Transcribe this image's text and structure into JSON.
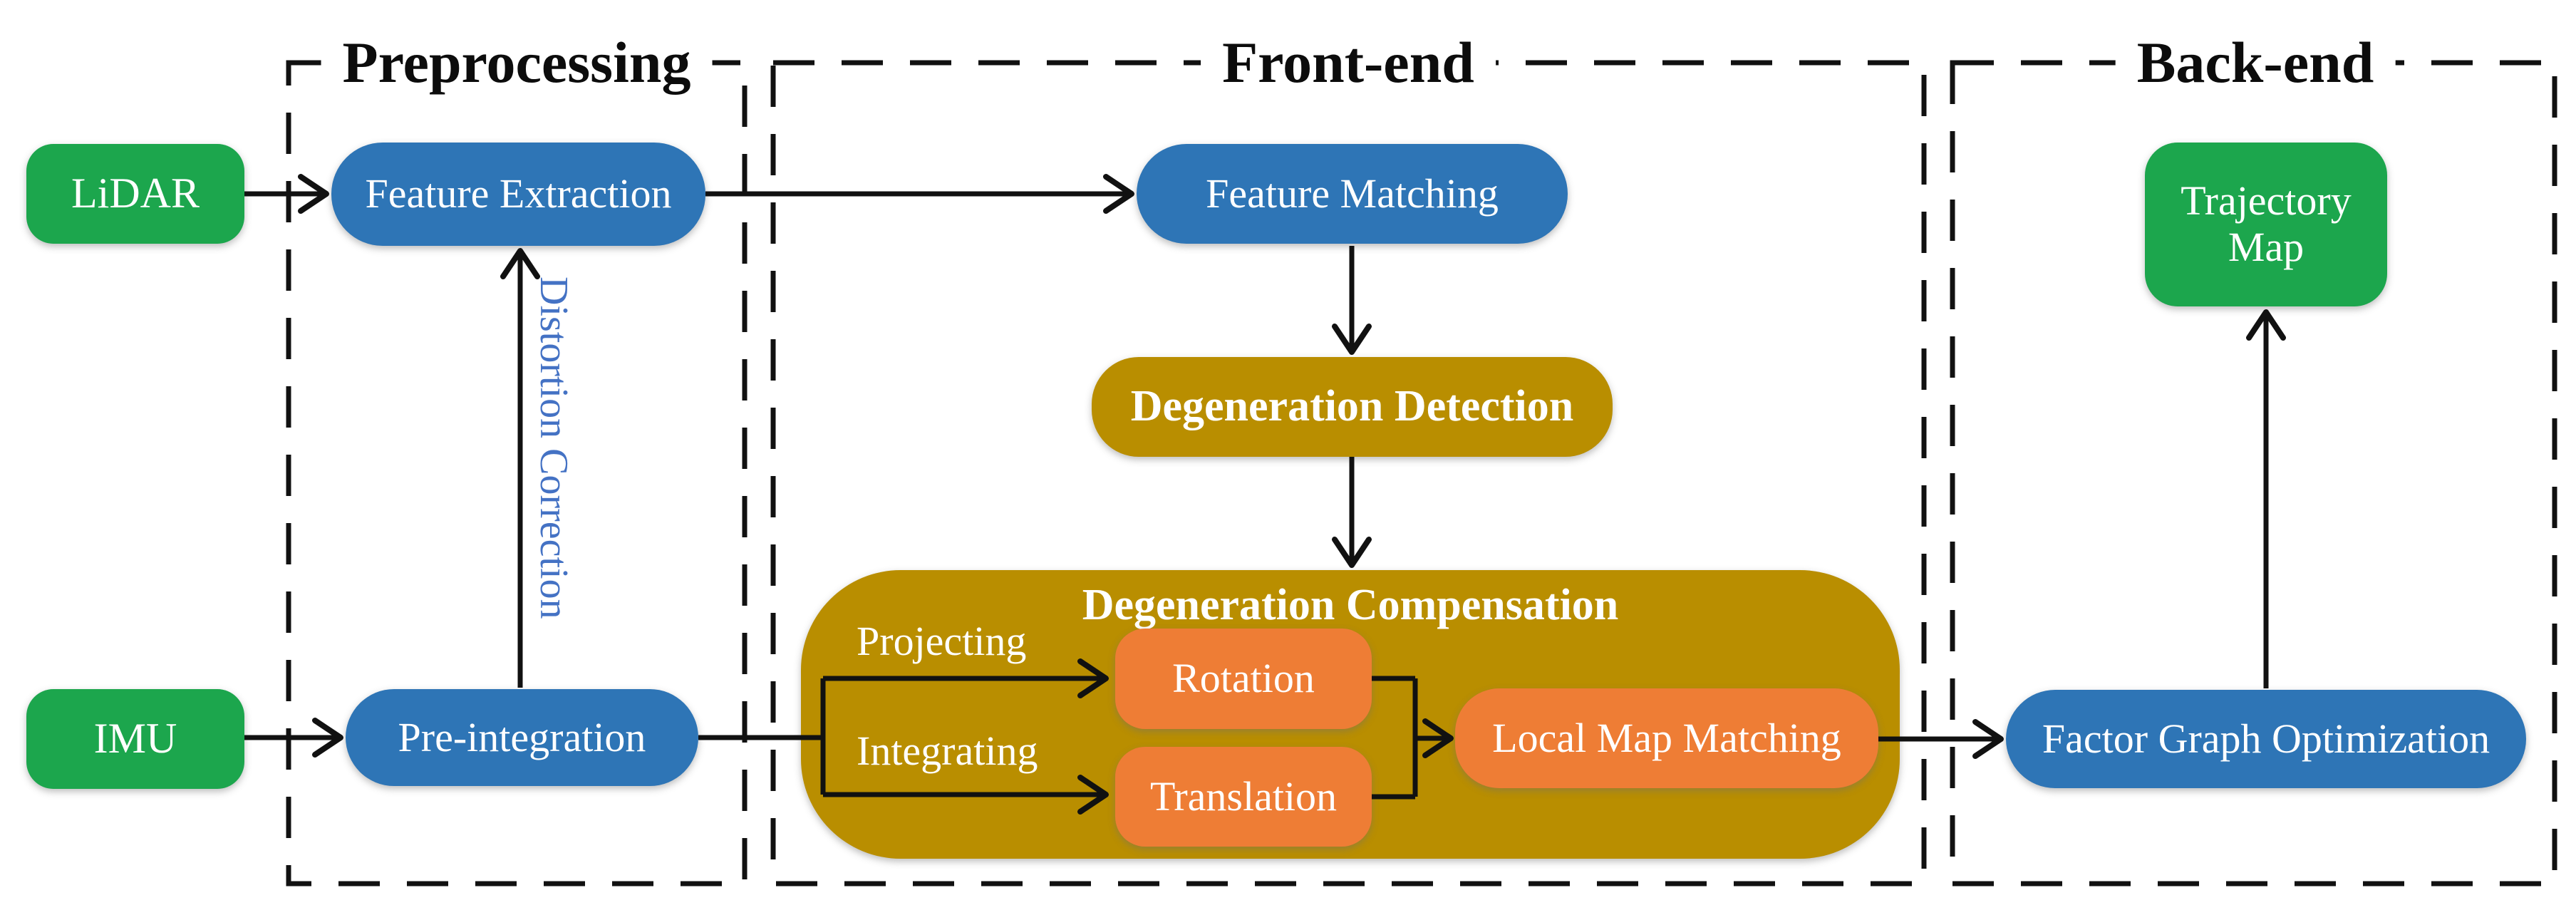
{
  "sections": [
    {
      "title": "Preprocessing"
    },
    {
      "title": "Front-end"
    },
    {
      "title": "Back-end"
    }
  ],
  "nodes": {
    "lidar": {
      "label": "LiDAR"
    },
    "imu": {
      "label": "IMU"
    },
    "feature_extraction": {
      "label": "Feature Extraction"
    },
    "pre_integration": {
      "label": "Pre-integration"
    },
    "feature_matching": {
      "label": "Feature Matching"
    },
    "degeneration_detection": {
      "label": "Degeneration Detection"
    },
    "degeneration_compensation": {
      "label": "Degeneration Compensation"
    },
    "rotation": {
      "label": "Rotation"
    },
    "translation": {
      "label": "Translation"
    },
    "local_map_matching": {
      "label": "Local Map Matching"
    },
    "factor_graph_optimization": {
      "label": "Factor Graph Optimization"
    },
    "trajectory_map": {
      "label": "Trajectory Map"
    }
  },
  "edge_labels": {
    "distortion_correction": "Distortion Correction",
    "projecting": "Projecting",
    "integrating": "Integrating"
  },
  "colors": {
    "input_output_green": "#1CA64D",
    "process_blue": "#2E75B6",
    "degeneration_gold": "#B98E00",
    "compensation_orange": "#EE7D35",
    "distortion_label_blue": "#4472C4",
    "line_black": "#111111",
    "background": "#FFFFFF"
  }
}
